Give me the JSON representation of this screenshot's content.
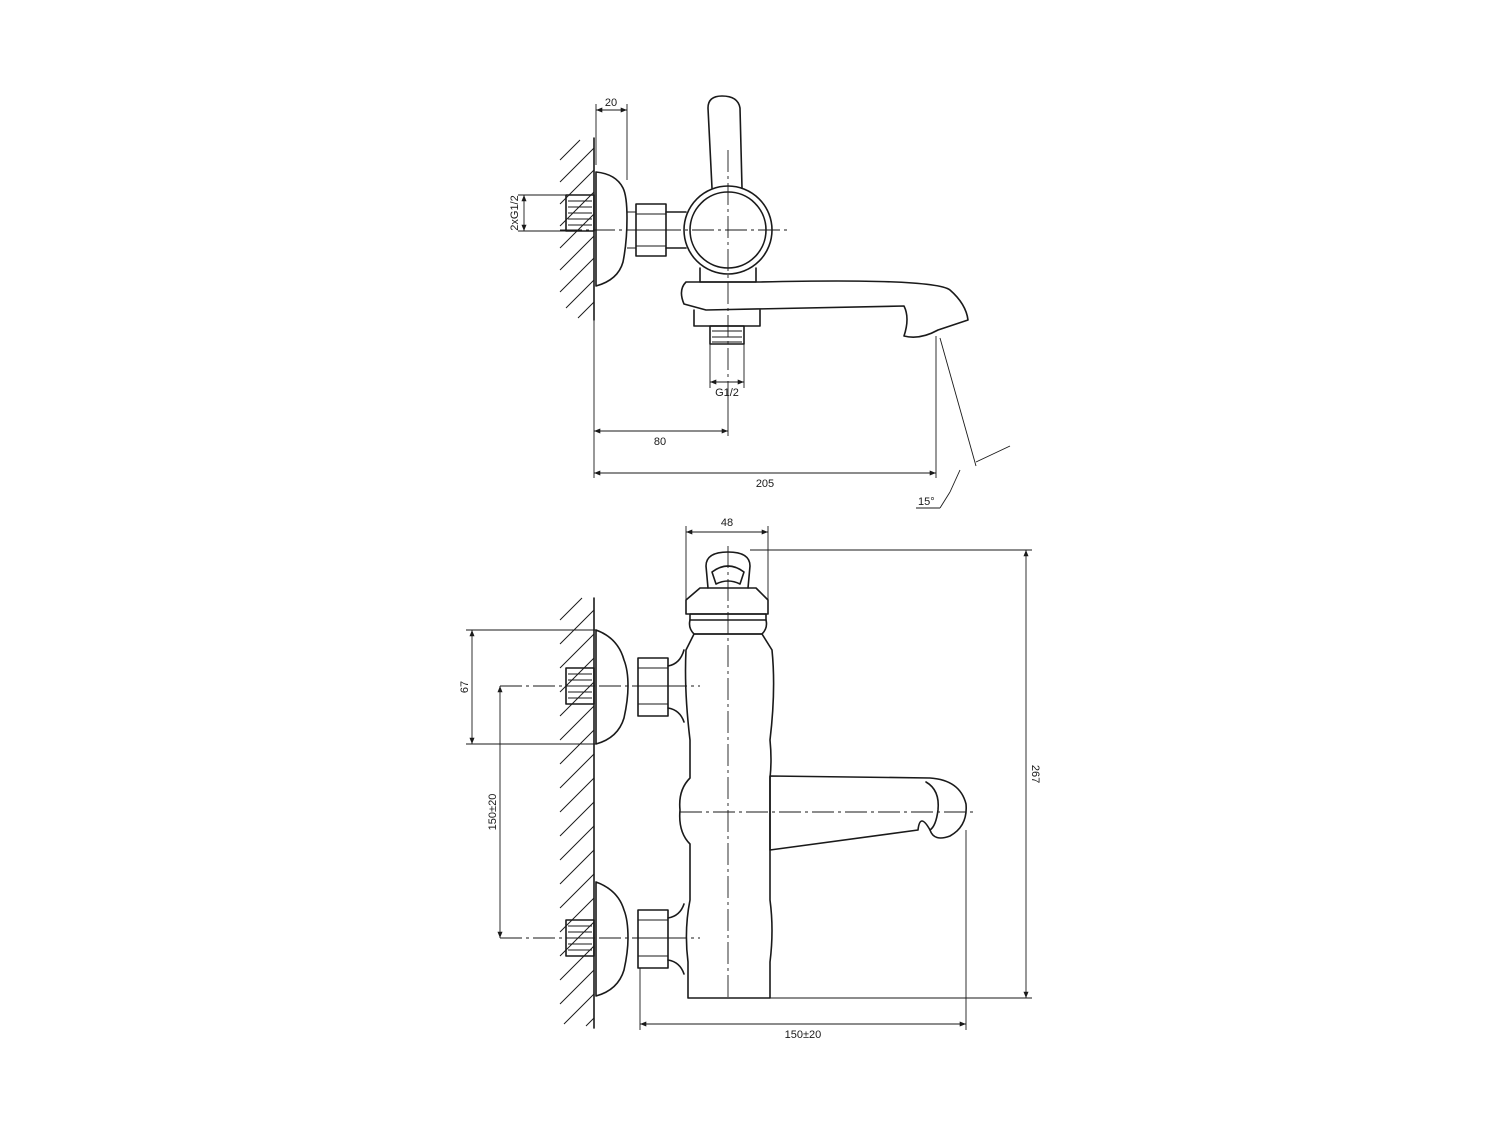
{
  "top_view": {
    "dims": {
      "flange": "20",
      "inlet_thread": "2xG1/2",
      "outlet_thread": "G1/2",
      "axis_offset": "80",
      "total_length": "205",
      "spout_angle": "15°"
    }
  },
  "front_view": {
    "dims": {
      "handle_width": "48",
      "flange_height": "67",
      "inlet_spacing": "150±20",
      "total_height": "267",
      "projection": "150±20"
    }
  }
}
